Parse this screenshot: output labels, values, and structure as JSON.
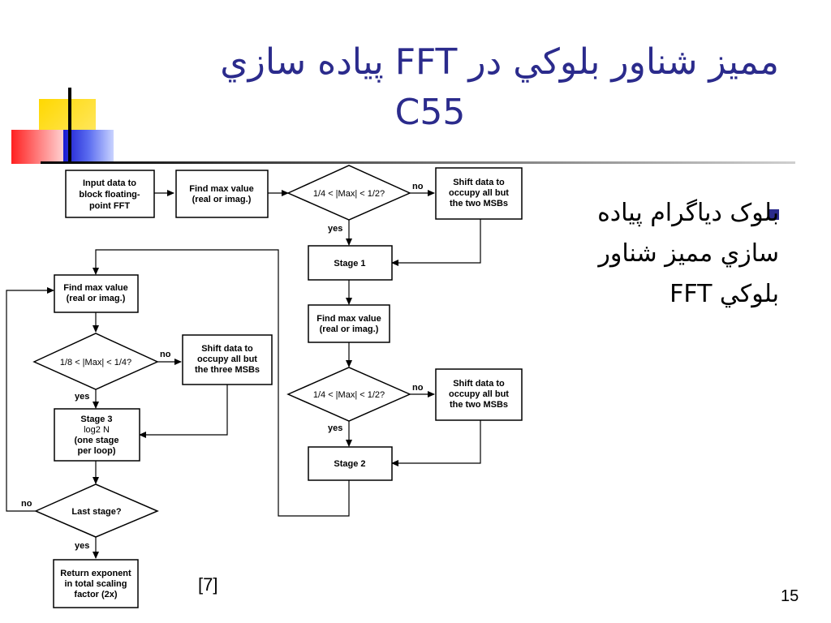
{
  "slide": {
    "title_line1": "پياده سازي FFT مميز شناور بلوكي در",
    "title_line2": "C55",
    "bullet": "بلوک دیاگرام پياده سازي مميز شناور بلوكي FFT",
    "reference": "[7]",
    "page_number": "15",
    "accent_color": "#2b2b8c"
  },
  "diagram": {
    "input": [
      "Input data to",
      "block floating-",
      "point FFT"
    ],
    "find_max_1": [
      "Find max value",
      "(real or imag.)"
    ],
    "decision_1": "1/4 < |Max| < 1/2?",
    "shift_1": [
      "Shift data to",
      "occupy all but",
      "the two MSBs"
    ],
    "stage_1": "Stage 1",
    "find_max_2": [
      "Find max value",
      "(real or imag.)"
    ],
    "decision_2": "1/4 < |Max| < 1/2?",
    "shift_2": [
      "Shift data to",
      "occupy all but",
      "the two MSBs"
    ],
    "stage_2": "Stage 2",
    "find_max_3": [
      "Find max value",
      "(real or imag.)"
    ],
    "decision_3": "1/8 < |Max| < 1/4?",
    "shift_3": [
      "Shift data to",
      "occupy all but",
      "the three MSBs"
    ],
    "stage_3": [
      "Stage 3",
      "log2 N",
      "(one stage",
      "per loop)"
    ],
    "last_stage": "Last stage?",
    "return": [
      "Return exponent",
      "in total scaling",
      "factor (2x)"
    ],
    "label_yes": "yes",
    "label_no": "no"
  }
}
